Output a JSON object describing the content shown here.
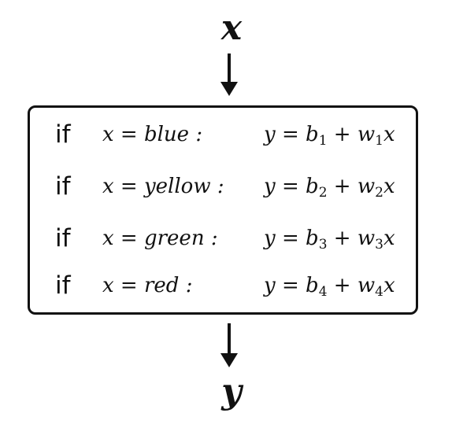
{
  "diagram": {
    "input_variable": "x",
    "output_variable": "y",
    "rows": [
      {
        "keyword": "if",
        "condition": "x = blue :",
        "formula": {
          "lhs": "y",
          "b": "b",
          "b_sub": "1",
          "w": "w",
          "w_sub": "1",
          "x": "x"
        }
      },
      {
        "keyword": "if",
        "condition": "x = yellow :",
        "formula": {
          "lhs": "y",
          "b": "b",
          "b_sub": "2",
          "w": "w",
          "w_sub": "2",
          "x": "x"
        }
      },
      {
        "keyword": "if",
        "condition": "x = green :",
        "formula": {
          "lhs": "y",
          "b": "b",
          "b_sub": "3",
          "w": "w",
          "w_sub": "3",
          "x": "x"
        }
      },
      {
        "keyword": "if",
        "condition": "x = red :",
        "formula": {
          "lhs": "y",
          "b": "b",
          "b_sub": "4",
          "w": "w",
          "w_sub": "4",
          "x": "x"
        }
      }
    ]
  }
}
